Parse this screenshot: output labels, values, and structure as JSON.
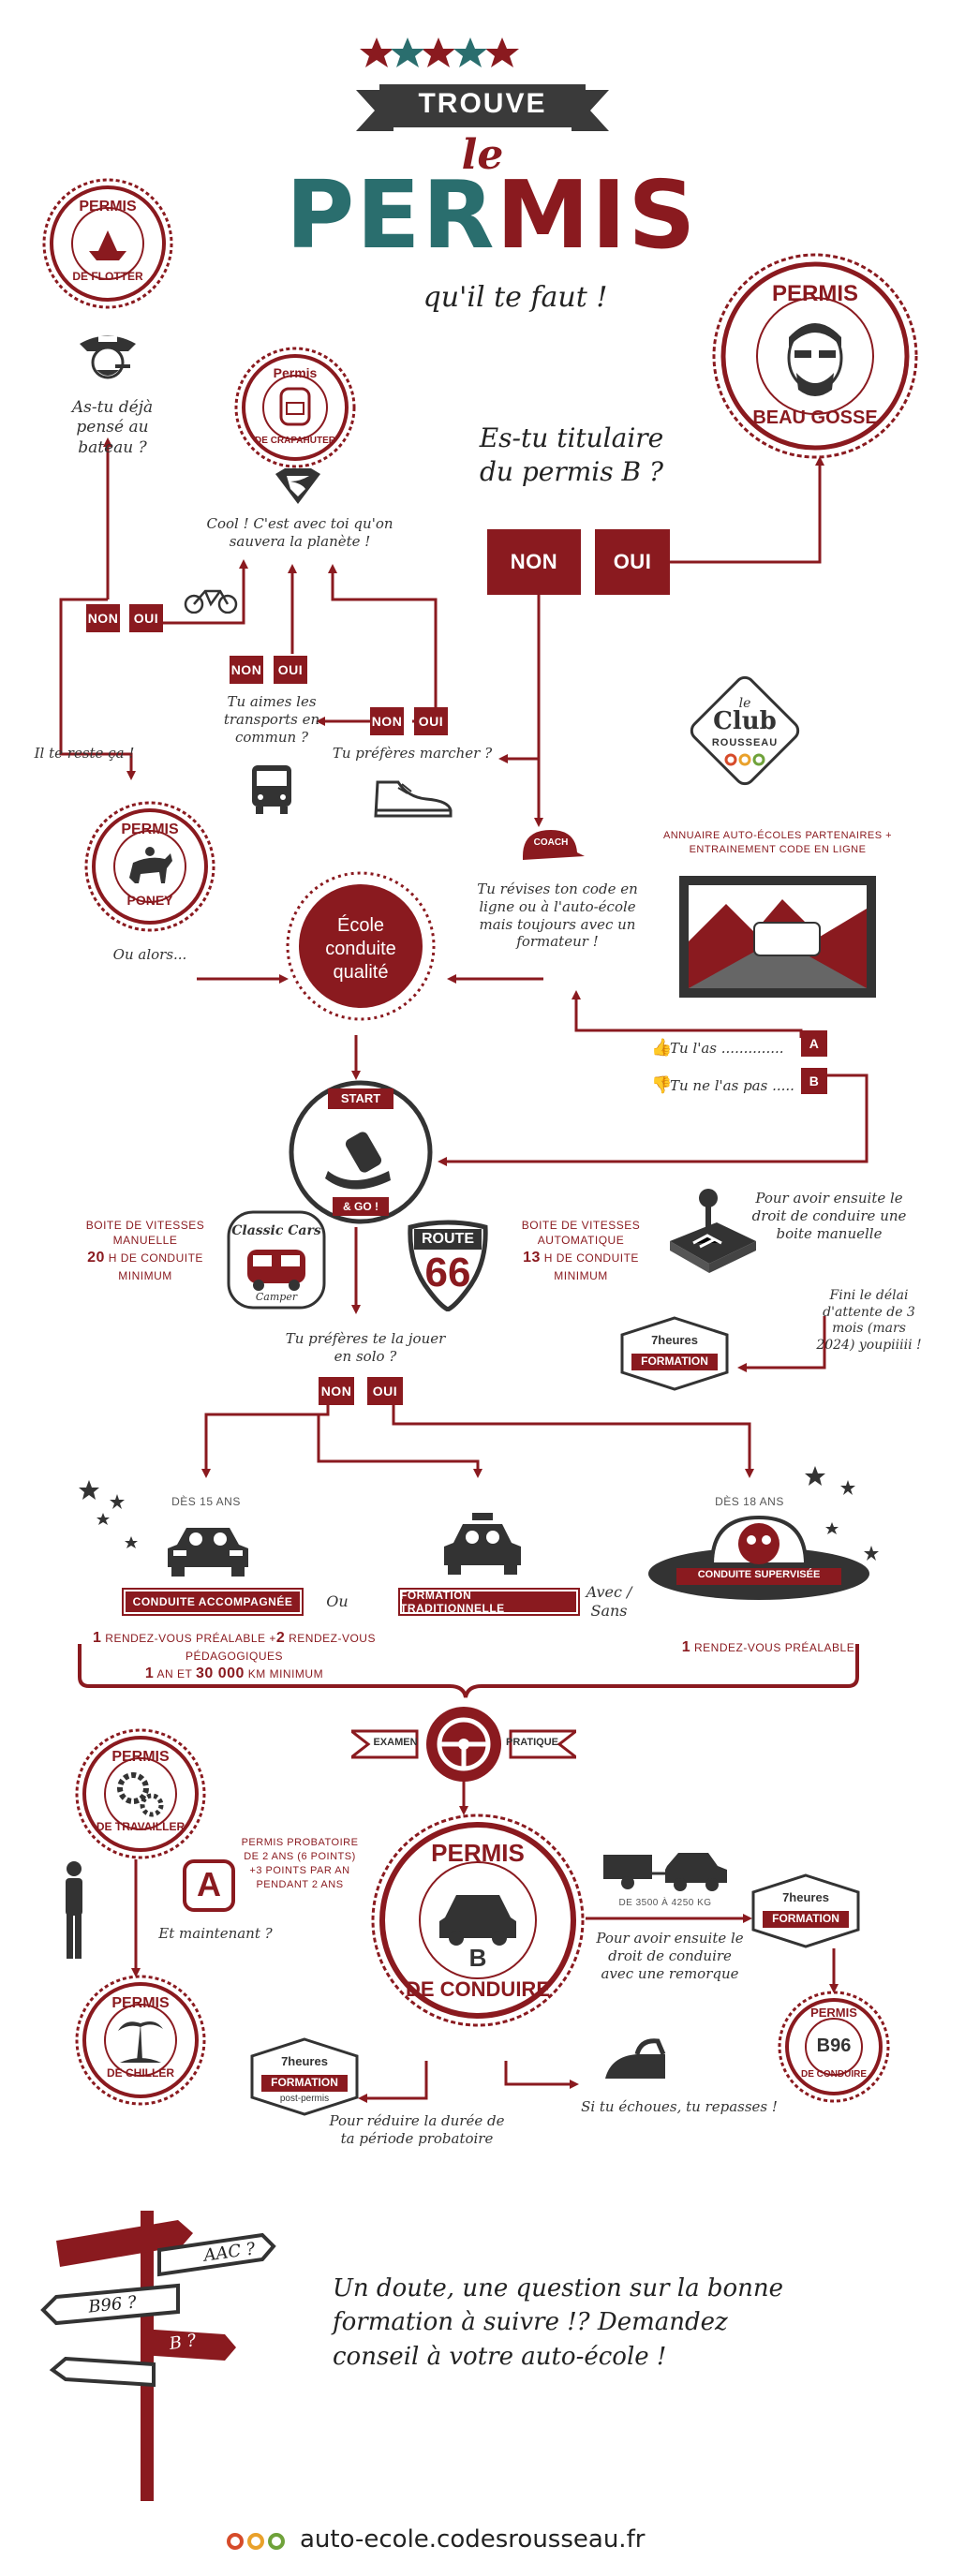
{
  "title": {
    "top": "TROUVE",
    "le": "le",
    "main1": "PER",
    "main2": "MIS",
    "sub": "qu'il te faut !"
  },
  "question_b": "Es-tu titulaire du permis B ?",
  "labels": {
    "non": "NON",
    "oui": "OUI",
    "a": "A",
    "b": "B"
  },
  "seals": {
    "flotter": {
      "top": "PERMIS",
      "bottom": "DE FLOTTER"
    },
    "crapahuter": {
      "top": "Permis",
      "bottom": "DE CRAPAHUTER"
    },
    "beau_gosse": {
      "top": "PERMIS",
      "bottom": "BEAU GOSSE"
    },
    "poney": {
      "top": "PERMIS",
      "bottom": "PONEY"
    },
    "travailler": {
      "top": "PERMIS",
      "bottom": "DE TRAVAILLER"
    },
    "chiller": {
      "top": "PERMIS",
      "bottom": "DE CHILLER"
    },
    "conduire": {
      "top": "PERMIS",
      "bottom": "DE CONDUIRE"
    },
    "b96": {
      "top": "PERMIS",
      "center": "B96",
      "bottom": "DE CONDUIRE"
    }
  },
  "texts": {
    "bateau": "As-tu déjà pensé au bateau ?",
    "cool": "Cool ! C'est avec toi qu'on sauvera la planète !",
    "reste": "Il te reste ça !",
    "transports": "Tu aimes les transports en commun ?",
    "marcher": "Tu préfères marcher ?",
    "ou_alors": "Ou alors...",
    "revises": "Tu révises ton code en ligne ou à l'auto-école mais toujours avec un formateur !",
    "annuaire": "ANNUAIRE AUTO-ÉCOLES PARTENAIRES + ENTRAINEMENT CODE EN LIGNE",
    "tu_las": "Tu l'as ..............",
    "tu_las_pas": "Tu ne l'as pas .....",
    "boite_manuelle_1": "BOITE DE VITESSES MANUELLE",
    "boite_manuelle_2": "H DE CONDUITE MINIMUM",
    "boite_manuelle_h": "20",
    "boite_auto_1": "BOITE DE VITESSES AUTOMATIQUE",
    "boite_auto_2": "H DE CONDUITE MINIMUM",
    "boite_auto_h": "13",
    "pour_avoir": "Pour avoir ensuite le droit de conduire une boite manuelle",
    "fini": "Fini le délai d'attente de 3 mois (mars 2024) youpiiiii !",
    "solo": "Tu préfères te la jouer en solo ?",
    "des15": "DÈS 15 ANS",
    "des18": "DÈS 18 ANS",
    "conduite_acc": "CONDUITE ACCOMPAGNÉE",
    "ou": "Ou",
    "formation_trad": "FORMATION TRADITIONNELLE",
    "avec_sans": "Avec / Sans",
    "conduite_sup": "CONDUITE SUPERVISÉE",
    "rdv_acc_1": "1",
    "rdv_acc_2": "RENDEZ-VOUS PRÉALABLE +",
    "rdv_acc_3": "2",
    "rdv_acc_4": "RENDEZ-VOUS PÉDAGOGIQUES",
    "an_km_1": "1",
    "an_km_2": "AN ET",
    "an_km_3": "30 000",
    "an_km_4": "KM MINIMUM",
    "rdv_sup_1": "1",
    "rdv_sup_2": "RENDEZ-VOUS PRÉALABLE",
    "examen": "EXAMEN",
    "pratique": "PRATIQUE",
    "probatoire": "PERMIS PROBATOIRE DE 2 ANS (6 POINTS) +3 POINTS PAR AN PENDANT 2 ANS",
    "maintenant": "Et maintenant ?",
    "kg": "DE 3500 À 4250 KG",
    "remorque": "Pour avoir ensuite le droit de conduire avec une remorque",
    "reduire": "Pour réduire la durée de ta période probatoire",
    "echoues": "Si tu échoues, tu repasses !",
    "sign_aac": "AAC ?",
    "sign_b96": "B96 ?",
    "sign_b": "B ?",
    "doute": "Un doute, une question sur la bonne formation à suivre !? Demandez conseil à votre auto-école !",
    "site": "auto-ecole.codesrousseau.fr"
  },
  "formation": {
    "hours": "7heures",
    "label": "FORMATION",
    "post": "post-permis"
  },
  "start_go": {
    "start": "START",
    "go": "& GO !"
  },
  "club": {
    "le": "le",
    "club": "Club",
    "rousseau": "ROUSSEAU"
  },
  "route66": {
    "route": "ROUTE",
    "num": "66"
  },
  "classic": {
    "name": "Classic Cars",
    "sub": "Camper"
  },
  "coach": "COACH",
  "ecole": "École conduite qualité",
  "colors": {
    "accent": "#8a1a1f",
    "teal": "#2a6e6e",
    "dark": "#3a3a3a"
  }
}
